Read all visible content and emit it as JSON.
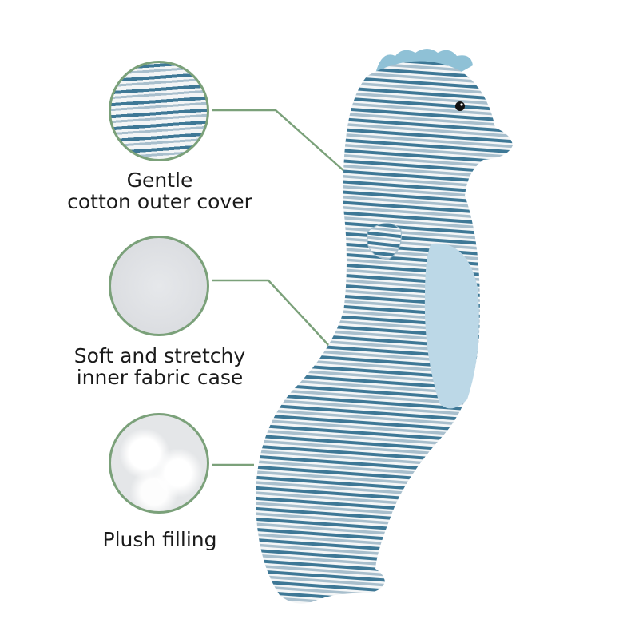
{
  "features": [
    {
      "line1": "Gentle",
      "line2": "cotton outer cover",
      "swatch": "striped-cotton-swatch"
    },
    {
      "line1": "Soft and stretchy",
      "line2": "inner fabric case",
      "swatch": "inner-fabric-swatch"
    },
    {
      "line1": "Plush filling",
      "line2": "",
      "swatch": "cotton-filling-swatch"
    }
  ],
  "colors": {
    "accent": "#7ba17a",
    "stripe_dark": "#3e7896",
    "stripe_light": "#a8bfcd",
    "belly": "#bcd8e7"
  }
}
